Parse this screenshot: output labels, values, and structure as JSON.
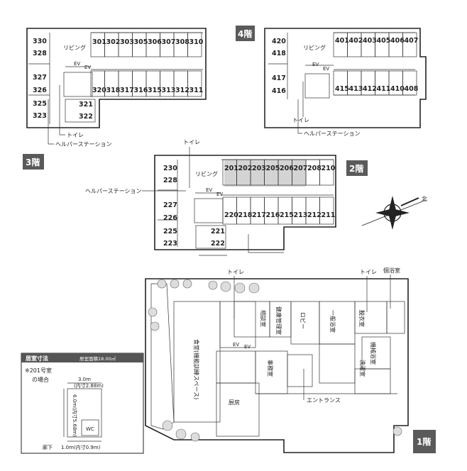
{
  "floors": {
    "f4": {
      "badge": "4階",
      "rooms_top": [
        "401",
        "402",
        "403",
        "405",
        "406",
        "407"
      ],
      "rooms_left_upper": [
        "420",
        "418"
      ],
      "rooms_left_lower": [
        "417",
        "416"
      ],
      "rooms_bottom": [
        "415",
        "413",
        "412",
        "411",
        "410",
        "408"
      ],
      "living": "リビング",
      "ev1": "EV",
      "ev2": "EV",
      "toilet": "トイレ",
      "helper": "ヘルパーステーション"
    },
    "f3": {
      "badge": "3階",
      "rooms_top": [
        "301",
        "302",
        "303",
        "305",
        "306",
        "307",
        "308",
        "310"
      ],
      "rooms_left_upper": [
        "330",
        "328"
      ],
      "rooms_left_mid": [
        "327",
        "326"
      ],
      "rooms_left_lower": [
        "325",
        "323"
      ],
      "rooms_inner": [
        "321",
        "322"
      ],
      "rooms_bottom": [
        "320",
        "318",
        "317",
        "316",
        "315",
        "313",
        "312",
        "311"
      ],
      "living": "リビング",
      "ev1": "EV",
      "ev2": "EV",
      "toilet": "トイレ",
      "helper": "ヘルパーステーション"
    },
    "f2": {
      "badge": "2階",
      "rooms_top": [
        "201",
        "202",
        "203",
        "205",
        "206",
        "207",
        "208",
        "210"
      ],
      "rooms_left_upper": [
        "230",
        "228"
      ],
      "rooms_left_mid": [
        "227",
        "226"
      ],
      "rooms_left_lower": [
        "225",
        "223"
      ],
      "rooms_inner": [
        "221",
        "222"
      ],
      "rooms_bottom": [
        "220",
        "218",
        "217",
        "216",
        "215",
        "213",
        "212",
        "211"
      ],
      "living": "リビング",
      "ev1": "EV",
      "ev2": "EV",
      "toilet": "トイレ",
      "helper": "ヘルパーステーション"
    },
    "f1": {
      "badge": "1階",
      "toilet_left": "トイレ",
      "toilet_right": "トイレ",
      "bath_private": "個浴室",
      "consult": "相談室",
      "health": "健康管理室",
      "lobby": "ロビー",
      "general_bath": "一般浴室",
      "dressing": "脱衣室",
      "machine_bath": "機械浴室",
      "laundry": "洗濯室",
      "office": "事務室",
      "dining": "食堂(機能訓練スペース)",
      "kitchen": "厨房",
      "ev1": "EV",
      "ev2": "EV",
      "entrance": "エントランス"
    }
  },
  "compass": {
    "north": "北"
  },
  "room_size": {
    "title": "居室寸法",
    "area": "居室面積18.00㎡",
    "case_line1": "※201号室",
    "case_line2": "の場合",
    "width": "3.0m",
    "width_inner": "(内寸2.88m)",
    "depth": "6.0m(内寸5.68m)",
    "wc": "WC",
    "corridor": "廊下",
    "door_width": "1.0m(内寸0.9m)"
  },
  "colors": {
    "badge": "#5a5a5a",
    "highlight": "#d4d4d4"
  }
}
